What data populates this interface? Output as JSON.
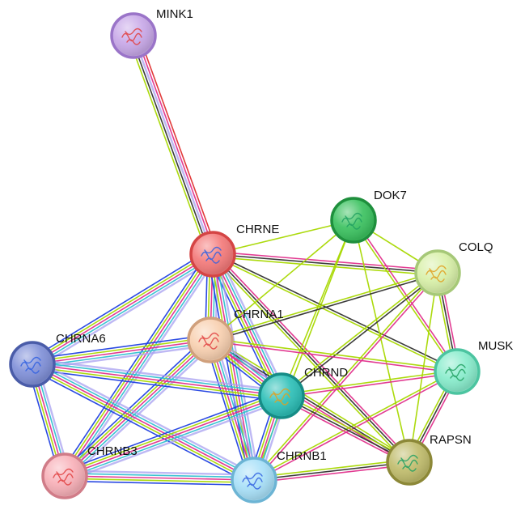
{
  "nodes": [
    {
      "id": "MINK1",
      "label": "MINK1",
      "color": "#c8a8e8",
      "stroke": "#9a74c8"
    },
    {
      "id": "CHRNE",
      "label": "CHRNE",
      "color": "#f47a7a",
      "stroke": "#d44545"
    },
    {
      "id": "DOK7",
      "label": "DOK7",
      "color": "#3cc260",
      "stroke": "#1f8f3d"
    },
    {
      "id": "COLQ",
      "label": "COLQ",
      "color": "#d8f0a8",
      "stroke": "#a6c878"
    },
    {
      "id": "CHRNA1",
      "label": "CHRNA1",
      "color": "#f8d0b0",
      "stroke": "#d0a07c"
    },
    {
      "id": "CHRNA6",
      "label": "CHRNA6",
      "color": "#8090d8",
      "stroke": "#4a5ca8"
    },
    {
      "id": "MUSK",
      "label": "MUSK",
      "color": "#88eccc",
      "stroke": "#4cc4a0"
    },
    {
      "id": "CHRND",
      "label": "CHRND",
      "color": "#2ec0b8",
      "stroke": "#168c86"
    },
    {
      "id": "CHRNB3",
      "label": "CHRNB3",
      "color": "#f8b0b8",
      "stroke": "#d07c88"
    },
    {
      "id": "CHRNB1",
      "label": "CHRNB1",
      "color": "#a8e0f8",
      "stroke": "#6cb4d4"
    },
    {
      "id": "RAPSN",
      "label": "RAPSN",
      "color": "#c0bc6c",
      "stroke": "#8c8838"
    }
  ],
  "edge_colors": {
    "experiments": "#e0308c",
    "database": "#30c0d0",
    "textmining": "#a8d800",
    "coexpression": "#303030",
    "homology": "#a8a0f0",
    "gene_fusion": "#e03030",
    "cooccurrence": "#2040e0"
  },
  "edges": [
    {
      "a": "MINK1",
      "b": "CHRNE",
      "types": [
        "gene_fusion",
        "experiments",
        "homology",
        "coexpression",
        "textmining"
      ]
    },
    {
      "a": "CHRNE",
      "b": "DOK7",
      "types": [
        "textmining"
      ]
    },
    {
      "a": "CHRNE",
      "b": "COLQ",
      "types": [
        "experiments",
        "coexpression",
        "textmining"
      ]
    },
    {
      "a": "CHRNE",
      "b": "MUSK",
      "types": [
        "coexpression",
        "textmining"
      ]
    },
    {
      "a": "CHRNE",
      "b": "RAPSN",
      "types": [
        "experiments",
        "coexpression",
        "textmining"
      ]
    },
    {
      "a": "CHRNE",
      "b": "CHRNA1",
      "types": [
        "homology",
        "database",
        "experiments",
        "textmining",
        "cooccurrence"
      ]
    },
    {
      "a": "CHRNE",
      "b": "CHRNA6",
      "types": [
        "homology",
        "database",
        "experiments",
        "textmining",
        "cooccurrence"
      ]
    },
    {
      "a": "CHRNE",
      "b": "CHRND",
      "types": [
        "homology",
        "database",
        "experiments",
        "textmining",
        "cooccurrence"
      ]
    },
    {
      "a": "CHRNE",
      "b": "CHRNB3",
      "types": [
        "homology",
        "database",
        "experiments",
        "textmining",
        "cooccurrence"
      ]
    },
    {
      "a": "CHRNE",
      "b": "CHRNB1",
      "types": [
        "homology",
        "database",
        "experiments",
        "textmining",
        "cooccurrence"
      ]
    },
    {
      "a": "DOK7",
      "b": "COLQ",
      "types": [
        "textmining"
      ]
    },
    {
      "a": "DOK7",
      "b": "MUSK",
      "types": [
        "experiments",
        "textmining"
      ]
    },
    {
      "a": "DOK7",
      "b": "RAPSN",
      "types": [
        "textmining"
      ]
    },
    {
      "a": "DOK7",
      "b": "CHRNA1",
      "types": [
        "textmining"
      ]
    },
    {
      "a": "DOK7",
      "b": "CHRND",
      "types": [
        "textmining"
      ]
    },
    {
      "a": "DOK7",
      "b": "CHRNB1",
      "types": [
        "textmining"
      ]
    },
    {
      "a": "COLQ",
      "b": "MUSK",
      "types": [
        "experiments",
        "coexpression",
        "textmining"
      ]
    },
    {
      "a": "COLQ",
      "b": "RAPSN",
      "types": [
        "textmining"
      ]
    },
    {
      "a": "COLQ",
      "b": "CHRNA1",
      "types": [
        "coexpression",
        "textmining"
      ]
    },
    {
      "a": "COLQ",
      "b": "CHRND",
      "types": [
        "coexpression",
        "textmining"
      ]
    },
    {
      "a": "COLQ",
      "b": "CHRNB1",
      "types": [
        "experiments",
        "textmining"
      ]
    },
    {
      "a": "MUSK",
      "b": "RAPSN",
      "types": [
        "experiments",
        "coexpression",
        "textmining"
      ]
    },
    {
      "a": "MUSK",
      "b": "CHRNA1",
      "types": [
        "experiments",
        "textmining"
      ]
    },
    {
      "a": "MUSK",
      "b": "CHRND",
      "types": [
        "experiments",
        "textmining"
      ]
    },
    {
      "a": "MUSK",
      "b": "CHRNB1",
      "types": [
        "experiments",
        "textmining"
      ]
    },
    {
      "a": "RAPSN",
      "b": "CHRNA1",
      "types": [
        "experiments",
        "coexpression",
        "textmining"
      ]
    },
    {
      "a": "RAPSN",
      "b": "CHRND",
      "types": [
        "experiments",
        "coexpression",
        "textmining"
      ]
    },
    {
      "a": "RAPSN",
      "b": "CHRNB1",
      "types": [
        "experiments",
        "coexpression",
        "textmining"
      ]
    },
    {
      "a": "CHRNA1",
      "b": "CHRNA6",
      "types": [
        "homology",
        "database",
        "experiments",
        "textmining",
        "cooccurrence"
      ]
    },
    {
      "a": "CHRNA1",
      "b": "CHRND",
      "types": [
        "homology",
        "database",
        "experiments",
        "textmining",
        "cooccurrence"
      ]
    },
    {
      "a": "CHRNA1",
      "b": "CHRNB3",
      "types": [
        "homology",
        "database",
        "experiments",
        "textmining",
        "cooccurrence"
      ]
    },
    {
      "a": "CHRNA1",
      "b": "CHRNB1",
      "types": [
        "homology",
        "database",
        "experiments",
        "textmining",
        "cooccurrence"
      ]
    },
    {
      "a": "CHRNA6",
      "b": "CHRND",
      "types": [
        "homology",
        "database",
        "experiments",
        "textmining",
        "cooccurrence"
      ]
    },
    {
      "a": "CHRNA6",
      "b": "CHRNB3",
      "types": [
        "homology",
        "database",
        "experiments",
        "textmining",
        "cooccurrence"
      ]
    },
    {
      "a": "CHRNA6",
      "b": "CHRNB1",
      "types": [
        "homology",
        "database",
        "experiments",
        "textmining",
        "cooccurrence"
      ]
    },
    {
      "a": "CHRND",
      "b": "CHRNB3",
      "types": [
        "homology",
        "database",
        "experiments",
        "textmining",
        "cooccurrence"
      ]
    },
    {
      "a": "CHRND",
      "b": "CHRNB1",
      "types": [
        "homology",
        "database",
        "experiments",
        "textmining",
        "cooccurrence"
      ]
    },
    {
      "a": "CHRNB3",
      "b": "CHRNB1",
      "types": [
        "homology",
        "database",
        "experiments",
        "textmining",
        "cooccurrence"
      ]
    }
  ]
}
